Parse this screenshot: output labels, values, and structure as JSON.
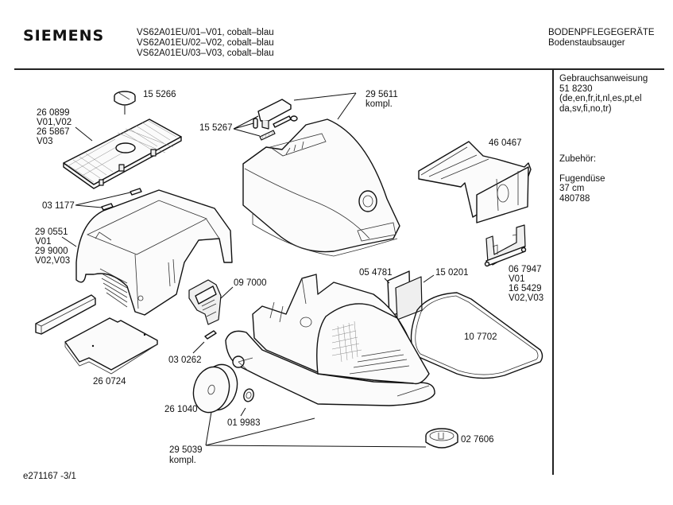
{
  "header": {
    "brand": "SIEMENS",
    "models": [
      "VS62A01EU/01–V01, cobalt–blau",
      "VS62A01EU/02–V02, cobalt–blau",
      "VS62A01EU/03–V03, cobalt–blau"
    ],
    "category": "BODENPFLEGEGERÄTE",
    "subcategory": "Bodenstaubsauger"
  },
  "sidebar": {
    "manual_title": "Gebrauchsanweisung",
    "manual_number": "51 8230",
    "manual_languages_1": "(de,en,fr,it,nl,es,pt,el",
    "manual_languages_2": "da,sv,fi,no,tr)",
    "accessories_title": "Zubehör:",
    "accessory_name": "Fugendüse",
    "accessory_size": "37 cm",
    "accessory_number": "480788"
  },
  "parts": {
    "knob": {
      "number": "15 5266"
    },
    "filter_cover": {
      "lines": [
        "26 0899",
        "V01,V02",
        "26 5867",
        "V03"
      ]
    },
    "latch_parts": {
      "number": "15 5267"
    },
    "top_cover": {
      "lines": [
        "29 5611",
        "kompl."
      ]
    },
    "dust_bag": {
      "number": "46 0467"
    },
    "clips": {
      "number": "03 1177"
    },
    "housing": {
      "lines": [
        "29 0551",
        "V01",
        "29 9000",
        "V02,V03"
      ]
    },
    "bag_holder": {
      "lines": [
        "06 7947",
        "V01",
        "16 5429",
        "V02,V03"
      ]
    },
    "valve": {
      "number": "09 7000"
    },
    "filter_a": {
      "number": "05 4781"
    },
    "filter_b": {
      "number": "15 0201"
    },
    "gasket": {
      "number": "10 7702"
    },
    "pin": {
      "number": "03 0262"
    },
    "motor_filter": {
      "number": "26 0724"
    },
    "wheel": {
      "number": "26 1040"
    },
    "hub_clip": {
      "number": "01 9983"
    },
    "swivel_castor": {
      "number": "02 7606"
    },
    "base_assembly": {
      "lines": [
        "29 5039",
        "kompl."
      ]
    }
  },
  "footer": {
    "doc_id": "e271167 -3/1"
  }
}
